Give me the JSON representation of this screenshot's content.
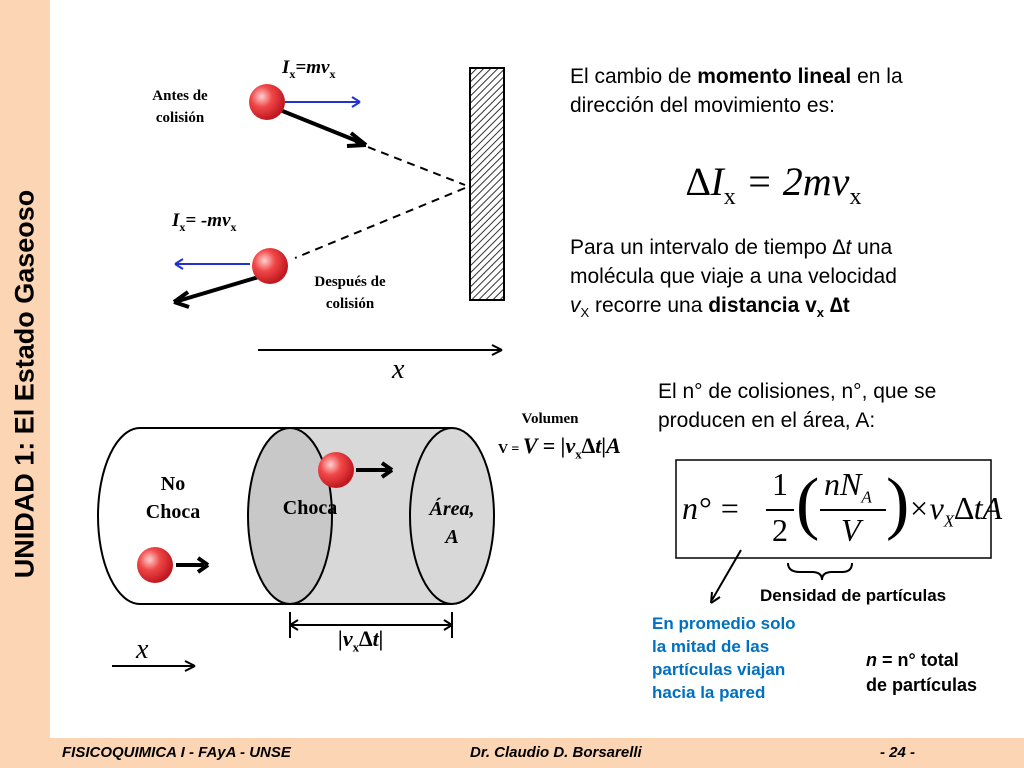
{
  "sidebar": {
    "title": "UNIDAD 1: El Estado Gaseoso"
  },
  "footer": {
    "left": "FISICOQUIMICA I - FAyA - UNSE",
    "center": "Dr. Claudio D. Borsarelli",
    "right": "- 24 -"
  },
  "collision": {
    "before_label_1": "Antes de",
    "before_label_2": "colisión",
    "after_label_1": "Después de",
    "after_label_2": "colisión",
    "momentum_before_I": "I",
    "momentum_before_sub": "x",
    "momentum_before_rest": "=mv",
    "momentum_before_sub2": "x",
    "momentum_after_I": "I",
    "momentum_after_sub": "x",
    "momentum_after_rest": "= -mv",
    "momentum_after_sub2": "x",
    "axis_label": "x"
  },
  "text1": {
    "pre": "El cambio de ",
    "bold": "momento lineal",
    "post": " en la dirección del movimiento es:"
  },
  "equation1": {
    "delta": "∆I",
    "sub": "x",
    "mid": " = 2mv",
    "sub2": "x"
  },
  "text2": {
    "line1_pre": "Para un intervalo de tiempo ",
    "line1_dt": "∆t",
    "line1_post": " una",
    "line2": "molécula que viaje a una velocidad",
    "line3_v": "v",
    "line3_sub": "X",
    "line3_mid": " recorre una ",
    "line3_bold": "distancia v",
    "line3_bsub": "x",
    "line3_end": " ∆t"
  },
  "text3": {
    "line1": "El n° de colisiones, n°, que se",
    "line2": "producen en el área, A:"
  },
  "cylinder": {
    "no_choca_1": "No",
    "no_choca_2": "Choca",
    "choca": "Choca",
    "area_1": "Área,",
    "area_2": "A",
    "volumen": "Volumen",
    "volume_formula": "V = |v",
    "volume_sub": "x",
    "volume_end": "∆t|A",
    "length_label": "|v",
    "length_sub": "x",
    "length_end": "∆t|",
    "axis_label": "x"
  },
  "formula2": {
    "lhs": "n° =",
    "one": "1",
    "two": "2",
    "num": "nN",
    "num_sub": "A",
    "den": "V",
    "times": "×v",
    "times_sub": "X",
    "end": "∆tA"
  },
  "notes": {
    "density": "Densidad de partículas",
    "half_1": "En promedio solo",
    "half_2": "la mitad de las",
    "half_3": "partículas viajan",
    "half_4": "hacia la pared",
    "total_1_n": "n",
    "total_1_rest": " = n° total",
    "total_2": "de partículas"
  },
  "colors": {
    "sidebar": "#fcd5b4",
    "blue_note": "#0070c0",
    "arrow_blue": "#2233cc",
    "sphere": "#e8303a"
  }
}
